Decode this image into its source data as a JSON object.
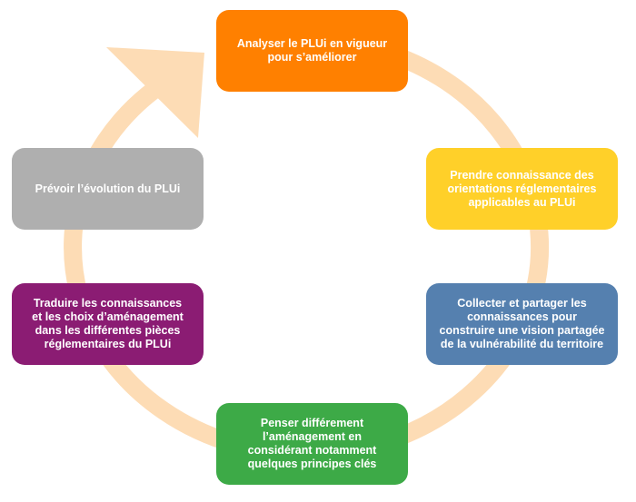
{
  "diagram": {
    "type": "cycle",
    "arrow_color": "#FDDCB5",
    "steps": [
      {
        "label": "Analyser le PLUi en vigueur\npour s’améliorer",
        "color": "#FF8000"
      },
      {
        "label": "Prendre connaissance des\norientations réglementaires\napplicables au PLUi",
        "color": "#FFD029"
      },
      {
        "label": "Collecter et partager les\nconnaissances pour\nconstruire une vision partagée\nde la vulnérabilité du territoire",
        "color": "#5580AF"
      },
      {
        "label": "Penser différement\nl’aménagement en\nconsidérant notamment\nquelques principes clés",
        "color": "#3DAA47"
      },
      {
        "label": "Traduire les connaissances\net les choix d’aménagement\ndans les différentes pièces\nréglementaires du PLUi",
        "color": "#8B1C73"
      },
      {
        "label": "Prévoir l’évolution du PLUi",
        "color": "#AFAFAF"
      }
    ]
  }
}
